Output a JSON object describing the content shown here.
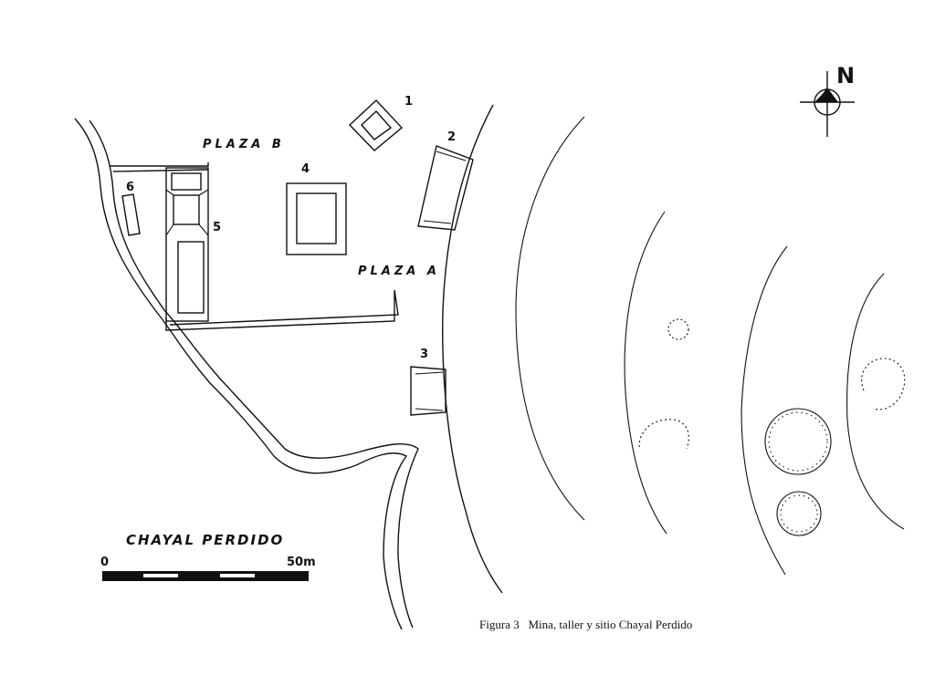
{
  "map": {
    "site_name": "CHAYAL PERDIDO",
    "north_label": "N",
    "scale": {
      "start_label": "0",
      "end_label": "50m"
    },
    "plazas": [
      {
        "id": "plaza-b",
        "label": "PLAZA B"
      },
      {
        "id": "plaza-a",
        "label": "PLAZA A"
      }
    ],
    "structures": [
      "1",
      "2",
      "3",
      "4",
      "5",
      "6"
    ],
    "caption": "Figura 3   Mina, taller y sitio Chayal Perdido"
  }
}
